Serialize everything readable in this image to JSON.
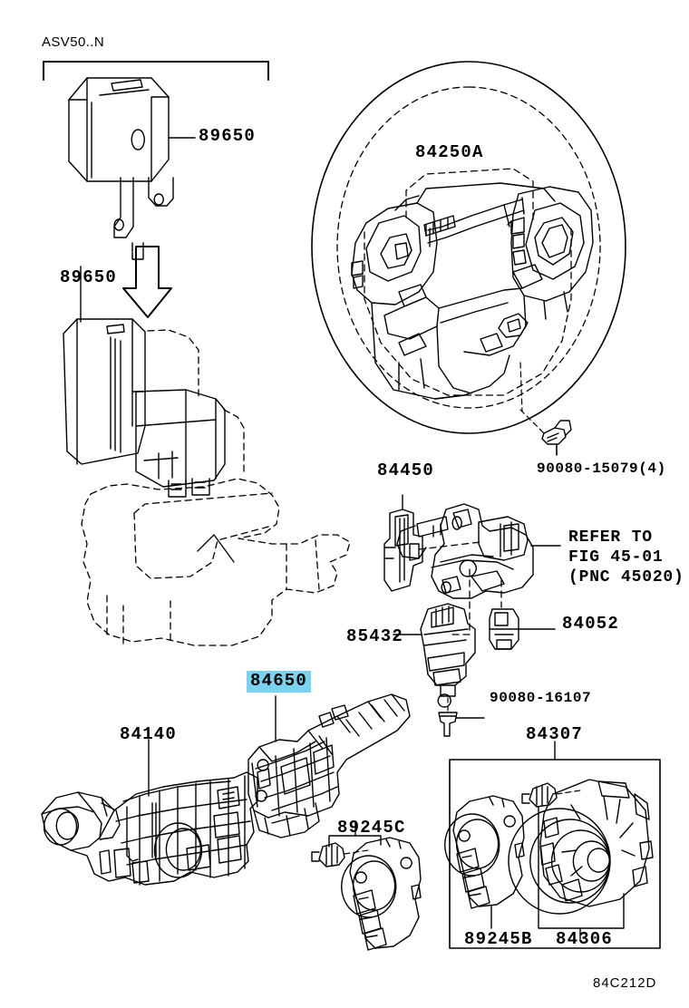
{
  "diagram": {
    "header_code": "ASV50..N",
    "footer_code": "84C212D",
    "background_color": "#ffffff",
    "line_color": "#000000",
    "highlight_color": "#78d3f0"
  },
  "labels": {
    "ecu_upper": "89650",
    "ecu_lower": "89650",
    "steering_wheel": "84250A",
    "screw_wheel": "90080-15079(4)",
    "bracket_84450": "84450",
    "refer_line1": "REFER TO",
    "refer_line2": "FIG 45-01",
    "refer_line3": "(PNC 45020)",
    "clamp_84052": "84052",
    "switch_85432": "85432",
    "screw_lower": "90080-16107",
    "combination_switch_body": "84140",
    "turn_signal_switch": "84650",
    "sensor_89245c": "89245C",
    "spiral_cable_group": "84307",
    "sensor_89245b": "89245B",
    "spiral_cable": "84306"
  },
  "parts": [
    {
      "number": "89650",
      "name": "power-steering-ecu-upper"
    },
    {
      "number": "89650",
      "name": "power-steering-ecu-installed"
    },
    {
      "number": "84250A",
      "name": "steering-wheel-switch-assembly"
    },
    {
      "number": "90080-15079(4)",
      "name": "steering-wheel-screw"
    },
    {
      "number": "84450",
      "name": "stop-lamp-switch"
    },
    {
      "number": "84052",
      "name": "ignition-switch-clamp"
    },
    {
      "number": "85432",
      "name": "key-interlock-solenoid"
    },
    {
      "number": "90080-16107",
      "name": "mounting-screw"
    },
    {
      "number": "84140",
      "name": "combination-switch-body"
    },
    {
      "number": "84650",
      "name": "turn-signal-wiper-switch",
      "highlighted": true
    },
    {
      "number": "89245C",
      "name": "steering-angle-sensor-c"
    },
    {
      "number": "84307",
      "name": "spiral-cable-sub-assembly-group"
    },
    {
      "number": "89245B",
      "name": "steering-angle-sensor-b"
    },
    {
      "number": "84306",
      "name": "spiral-cable-sub-assembly"
    }
  ]
}
